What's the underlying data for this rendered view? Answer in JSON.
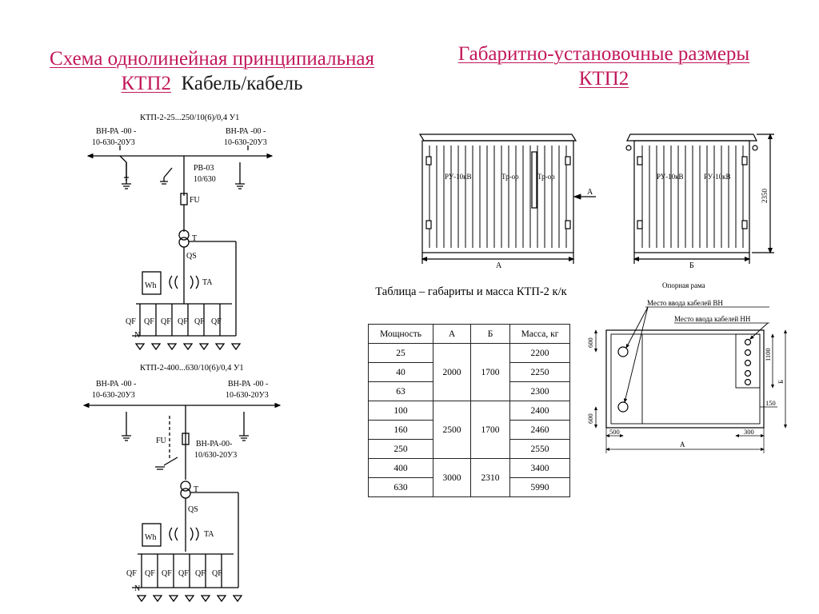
{
  "left_heading": {
    "line1": "Схема однолинейная принципиальная",
    "line2_link": "КТП2",
    "line2_rest": "Кабель/кабель"
  },
  "right_heading": {
    "line1": "Габаритно-установочные размеры",
    "line2": "КТП2"
  },
  "schematic_top": {
    "model": "КТП-2-25...250/10(6)/0,4 У1",
    "switch_left_l1": "ВН-РА -00 -",
    "switch_left_l2": "10-630-20У3",
    "switch_right_l1": "ВН-РА -00 -",
    "switch_right_l2": "10-630-20У3",
    "disconnector_l1": "РВ-03",
    "disconnector_l2": "10/630",
    "fuse": "FU",
    "transformer": "T",
    "breaker": "QS",
    "meter": "Wh",
    "current_tr": "TA",
    "feeder": "QF",
    "neutral": "N"
  },
  "schematic_bottom": {
    "model": "КТП-2-400...630/10(6)/0,4 У1",
    "switch_left_l1": "ВН-РА -00 -",
    "switch_left_l2": "10-630-20У3",
    "switch_right_l1": "ВН-РА -00 -",
    "switch_right_l2": "10-630-20У3",
    "fuse": "FU",
    "switch_mid_l1": "ВН-РА-00-",
    "switch_mid_l2": "10/630-20У3",
    "transformer": "T",
    "breaker": "QS",
    "meter": "Wh",
    "current_tr": "TA",
    "feeder": "QF",
    "neutral": "N"
  },
  "front_view": {
    "panel1": "РУ-10кВ",
    "panel2": "Тр-ор",
    "panel3": "Тр-ор",
    "arrow_label": "А",
    "dim_label": "А"
  },
  "side_view": {
    "panel1": "РУ-10кВ",
    "panel2": "РУ-10кВ",
    "dim_label": "Б",
    "height": "2350"
  },
  "plan_view": {
    "title": "Опорная рама",
    "hv_entry": "Место ввода кабелей ВН",
    "lv_entry": "Место ввода кабелей НН",
    "dim_600_top": "600",
    "dim_600_bottom": "600",
    "dim_1100": "1100",
    "dim_b": "Б",
    "dim_150": "150",
    "dim_500": "500",
    "dim_300": "300",
    "dim_a": "А"
  },
  "table": {
    "caption": "Таблица – габариты и масса КТП-2 к/к",
    "headers": [
      "Мощность",
      "А",
      "Б",
      "Масса, кг"
    ],
    "power": [
      "25",
      "40",
      "63",
      "100",
      "160",
      "250",
      "400",
      "630"
    ],
    "mass": [
      "2200",
      "2250",
      "2300",
      "2400",
      "2460",
      "2550",
      "3400",
      "5990"
    ],
    "groups": [
      {
        "a": "2000",
        "b": "1700"
      },
      {
        "a": "2500",
        "b": "1700"
      },
      {
        "a": "3000",
        "b": "2310"
      }
    ]
  }
}
